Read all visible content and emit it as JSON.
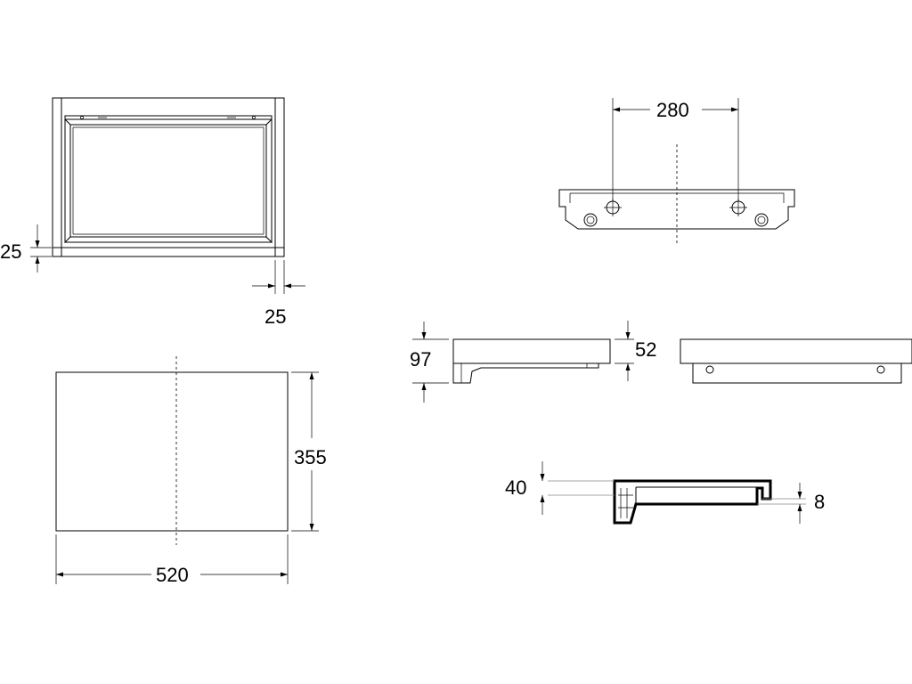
{
  "dimensions": {
    "top_left_edge": "25",
    "bottom_right_edge": "25",
    "hole_spacing": "280",
    "width": "520",
    "depth": "355",
    "total_height": "97",
    "shelf_height": "52",
    "section_height": "40",
    "rim_height": "8"
  }
}
